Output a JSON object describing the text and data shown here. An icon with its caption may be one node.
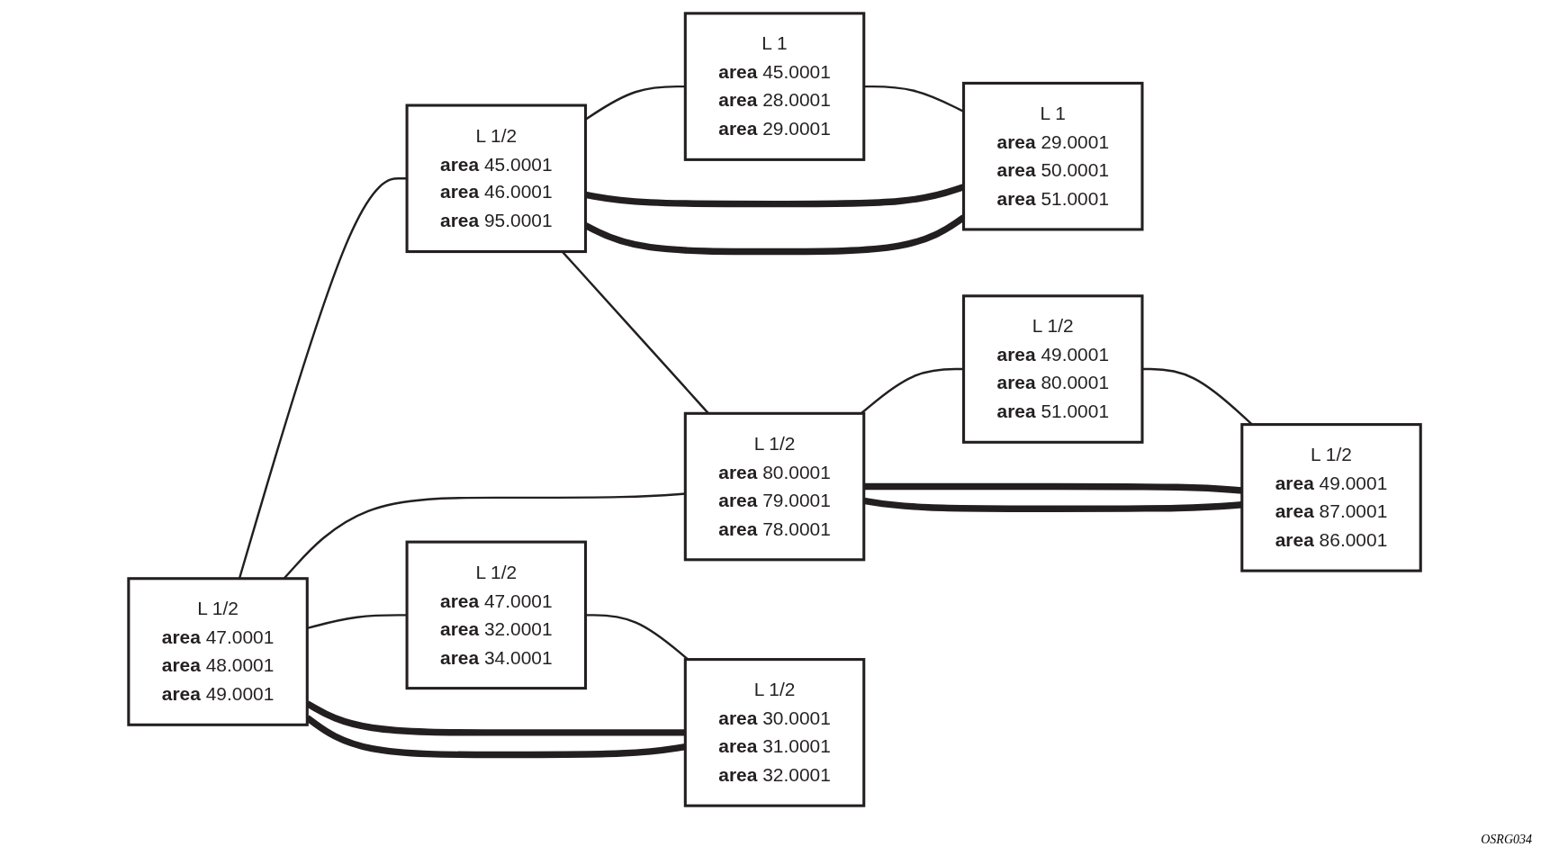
{
  "diagram": {
    "nodes": [
      {
        "text": [
          "L 1/2",
          "**area** 47.0001",
          "**area** 48.0001",
          "**area** 49.0001"
        ]
      },
      {
        "text": [
          "L 1/2",
          "**area** 45.0001",
          "**area** 46.0001",
          "**area** 95.0001"
        ]
      },
      {
        "text": [
          "L 1",
          "**area** 45.0001",
          "**area** 28.0001",
          "**area** 29.0001"
        ]
      },
      {
        "text": [
          "L 1",
          "**area** 29.0001",
          "**area** 50.0001",
          "**area** 51.0001"
        ]
      },
      {
        "text": [
          "L 1/2",
          "**area** 47.0001",
          "**area** 32.0001",
          "**area** 34.0001"
        ]
      },
      {
        "text": [
          "L 1/2",
          "**area** 80.0001",
          "**area** 79.0001",
          "**area** 78.0001"
        ]
      },
      {
        "text": [
          "L 1/2",
          "**area** 49.0001",
          "**area** 80.0001",
          "**area** 51.0001"
        ]
      },
      {
        "text": [
          "L 1/2",
          "**area** 30.0001",
          "**area** 31.0001",
          "**area** 32.0001"
        ]
      },
      {
        "text": [
          "L 1/2",
          "**area** 49.0001",
          "**area** 87.0001",
          "**area** 86.0001"
        ]
      }
    ],
    "edges": [
      {
        "from": 0,
        "to": 1,
        "arrow": "none"
      },
      {
        "from": 0,
        "to": 5,
        "arrow": "none"
      },
      {
        "from": 0,
        "to": 4,
        "arrow": "none"
      },
      {
        "from": 4,
        "to": 7,
        "arrow": "none"
      },
      {
        "from": 7,
        "to": 0,
        "arrow": "none",
        "style": "thick"
      },
      {
        "from": 0,
        "to": 7,
        "arrow": "none",
        "style": "thick"
      },
      {
        "from": 1,
        "to": 2,
        "arrow": "none"
      },
      {
        "from": 2,
        "to": 3,
        "arrow": "none"
      },
      {
        "from": 1,
        "to": 3,
        "arrow": "none",
        "style": "thick"
      },
      {
        "from": 1,
        "to": 3,
        "arrow": "none",
        "style": "thick"
      },
      {
        "from": 1,
        "to": 5,
        "arrow": "none"
      },
      {
        "from": 5,
        "to": 6,
        "arrow": "none"
      },
      {
        "from": 6,
        "to": 8,
        "arrow": "none"
      },
      {
        "from": 5,
        "to": 8,
        "arrow": "none",
        "style": "thick"
      },
      {
        "from": 8,
        "to": 5,
        "arrow": "none",
        "style": "thick"
      }
    ],
    "labels": [
      "OSRG034"
    ]
  }
}
